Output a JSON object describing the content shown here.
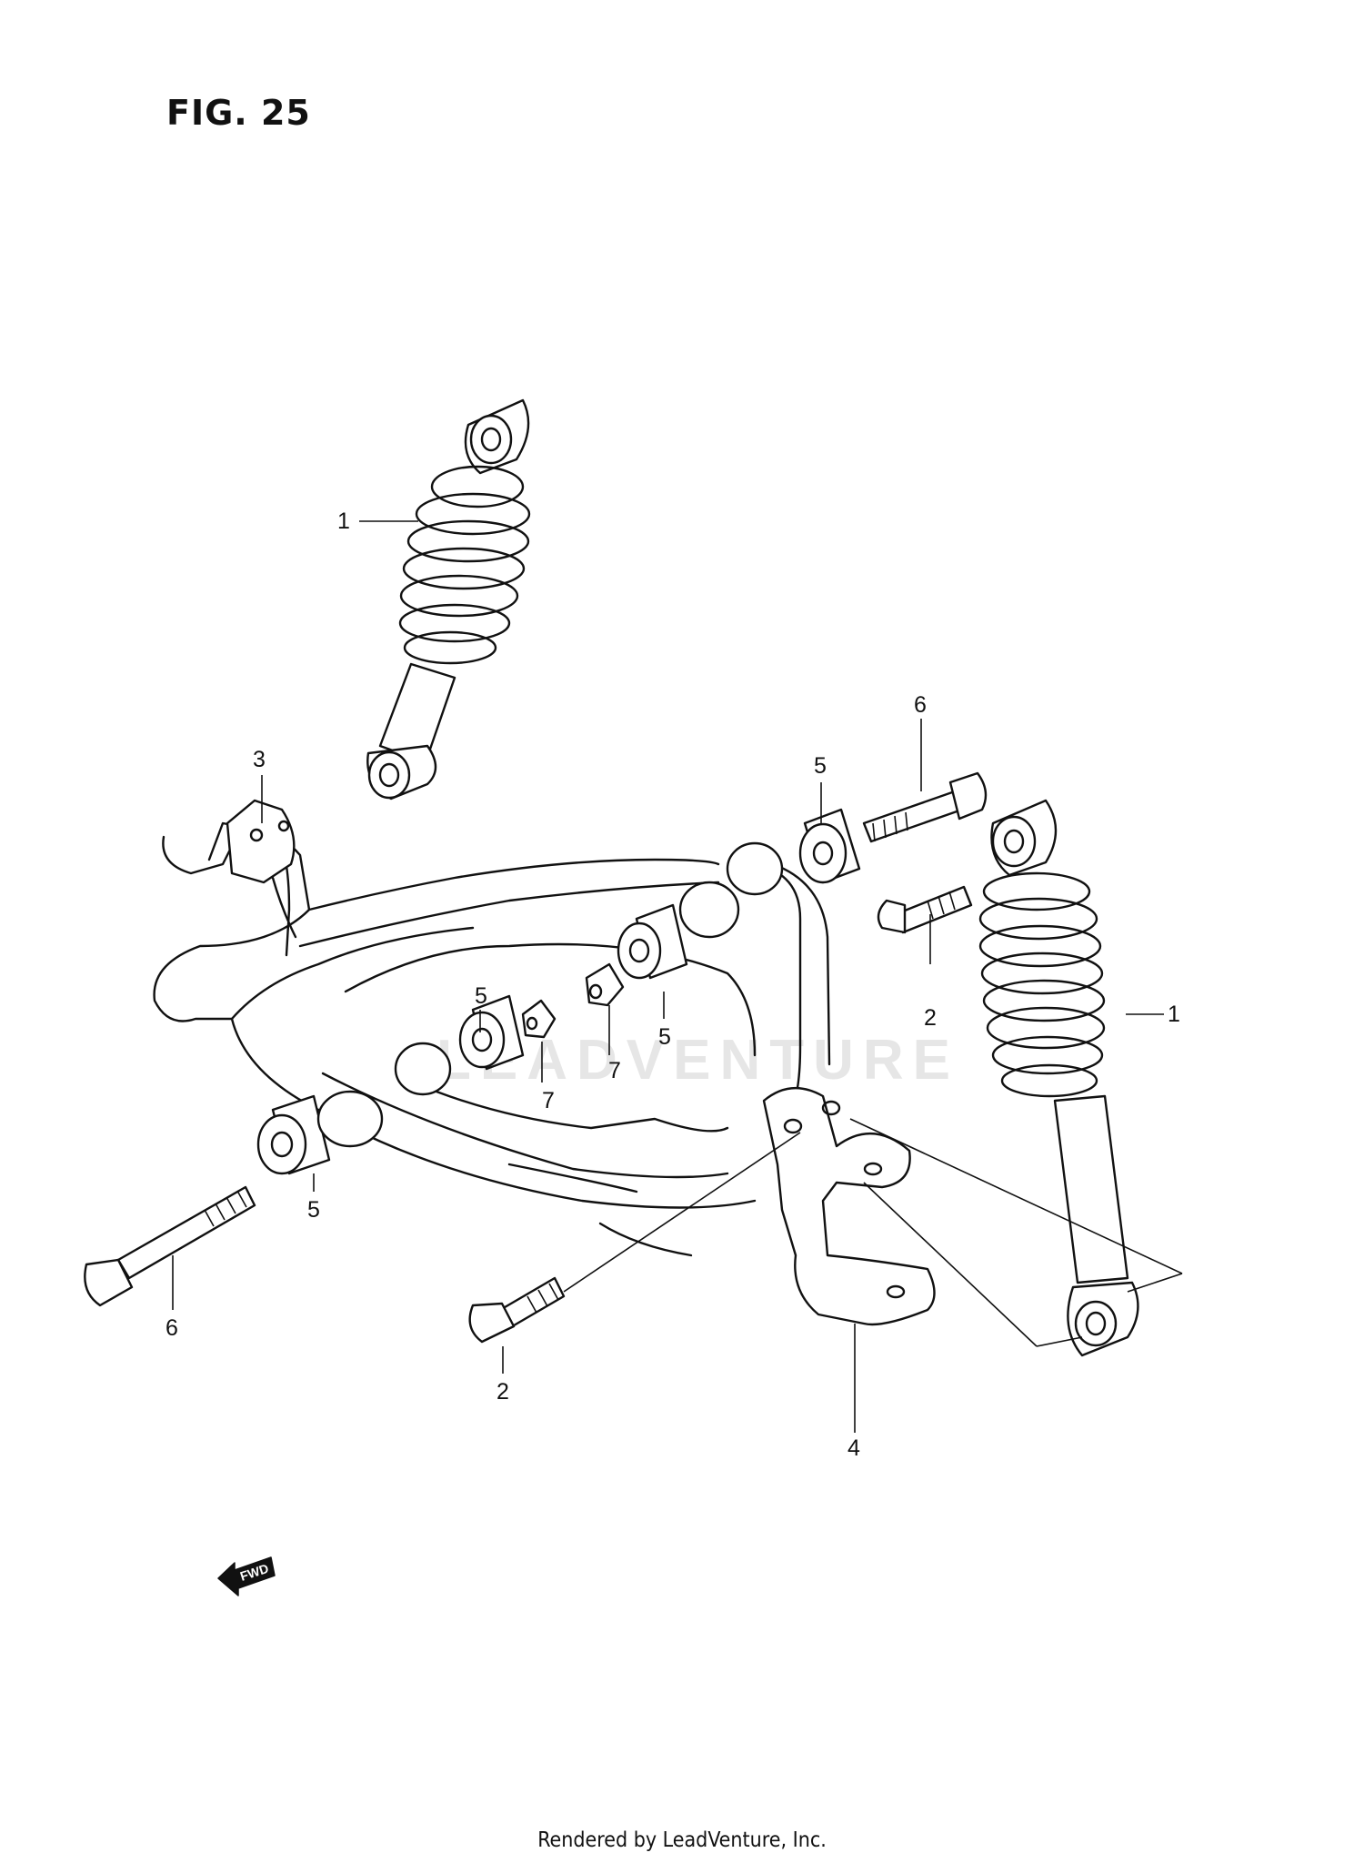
{
  "figure": {
    "title": "FIG. 25",
    "watermark": "LEADVENTURE",
    "footer": "Rendered by LeadVenture, Inc.",
    "fwd_label": "FWD"
  },
  "callouts": [
    {
      "id": "c1a",
      "label": "1"
    },
    {
      "id": "c1b",
      "label": "1"
    },
    {
      "id": "c2a",
      "label": "2"
    },
    {
      "id": "c2b",
      "label": "2"
    },
    {
      "id": "c3",
      "label": "3"
    },
    {
      "id": "c4",
      "label": "4"
    },
    {
      "id": "c5a",
      "label": "5"
    },
    {
      "id": "c5b",
      "label": "5"
    },
    {
      "id": "c5c",
      "label": "5"
    },
    {
      "id": "c5d",
      "label": "5"
    },
    {
      "id": "c6a",
      "label": "6"
    },
    {
      "id": "c6b",
      "label": "6"
    },
    {
      "id": "c7a",
      "label": "7"
    },
    {
      "id": "c7b",
      "label": "7"
    }
  ]
}
